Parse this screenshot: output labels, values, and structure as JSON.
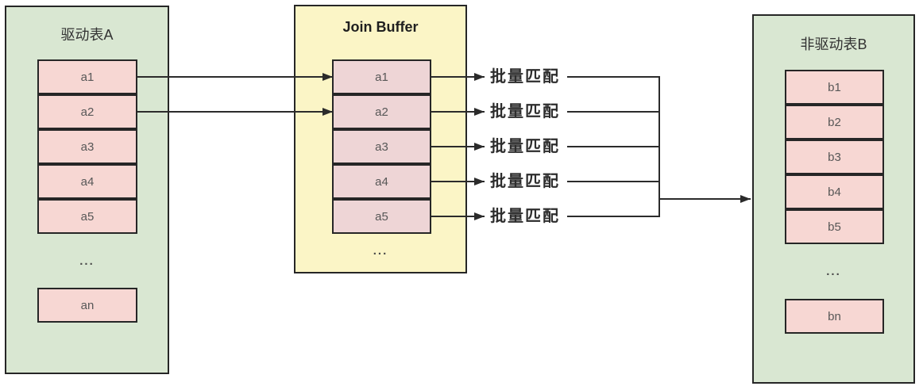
{
  "diagram": {
    "table_a": {
      "title": "驱动表A",
      "rows": [
        "a1",
        "a2",
        "a3",
        "a4",
        "a5"
      ],
      "ellipsis": "...",
      "last_row": "an"
    },
    "join_buffer": {
      "title": "Join Buffer",
      "rows": [
        "a1",
        "a2",
        "a3",
        "a4",
        "a5"
      ],
      "ellipsis": "..."
    },
    "table_b": {
      "title": "非驱动表B",
      "rows": [
        "b1",
        "b2",
        "b3",
        "b4",
        "b5"
      ],
      "ellipsis": "...",
      "last_row": "bn"
    },
    "match_labels": [
      "批量匹配",
      "批量匹配",
      "批量匹配",
      "批量匹配",
      "批量匹配"
    ],
    "colors": {
      "panel_green": "#d9e7d2",
      "panel_yellow": "#fbf5c6",
      "row_pink": "#f7d7d3",
      "buffer_row_pink": "#eed5d6",
      "border": "#262626",
      "connector": "#2b2b2b",
      "label_text": "#2d2d2d"
    }
  }
}
